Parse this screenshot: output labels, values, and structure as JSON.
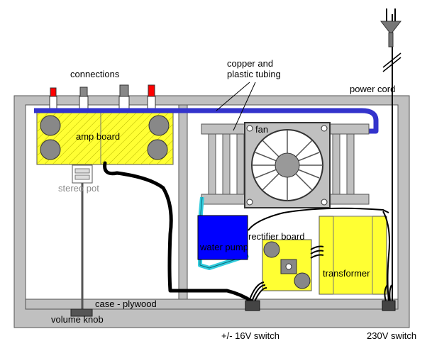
{
  "labels": {
    "connections": "connections",
    "tubing": "copper and\nplastic tubing",
    "power_cord": "power cord",
    "fan": "fan",
    "amp_board": "amp board",
    "stereo_pot": "stereo pot",
    "rectifier_board": "rectifier board",
    "water_pump": "water pump",
    "transformer": "transformer",
    "case_plywood": "case - plywood",
    "volume_knob": "volume knob",
    "switch_16v": "+/- 16V switch",
    "switch_230v": "230V switch"
  },
  "colors": {
    "case": "#c0c0c0",
    "amp_board": "#ffff33",
    "rectifier_board": "#ffff33",
    "transformer": "#ffff33",
    "water_pump": "#0000ff",
    "copper_tubing": "#3333cc",
    "plastic_tubing": "#33ccdd",
    "wire": "#000000",
    "fan_grey": "#999999",
    "connector_red": "#ff0000",
    "connector_grey": "#888888"
  },
  "icons": {
    "plug": "power-plug-icon",
    "fan": "fan-icon",
    "knob": "knob-icon"
  }
}
